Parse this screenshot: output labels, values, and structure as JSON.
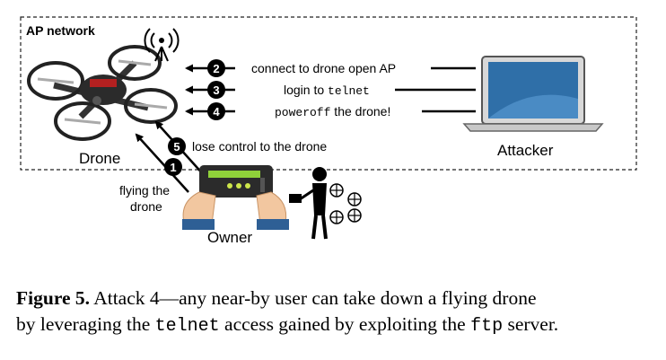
{
  "diagram": {
    "network_label": "AP network",
    "drone_label": "Drone",
    "attacker_label": "Attacker",
    "owner_label": "Owner",
    "steps": [
      {
        "num": "1",
        "text_lines": [
          "flying the",
          "drone"
        ]
      },
      {
        "num": "2",
        "text": "connect to drone open AP"
      },
      {
        "num": "3",
        "text_pre": "login to ",
        "text_code": "telnet"
      },
      {
        "num": "4",
        "text_code": "poweroff",
        "text_post": " the drone!"
      },
      {
        "num": "5",
        "text": "lose control to the drone"
      }
    ]
  },
  "caption": {
    "lead": "Figure 5.",
    "line1_rest": " Attack 4—any near-by user can take down a flying drone",
    "line2_a": "by leveraging the ",
    "line2_code1": "telnet",
    "line2_b": " access gained by exploiting the ",
    "line2_code2": "ftp",
    "line2_c": " server."
  }
}
